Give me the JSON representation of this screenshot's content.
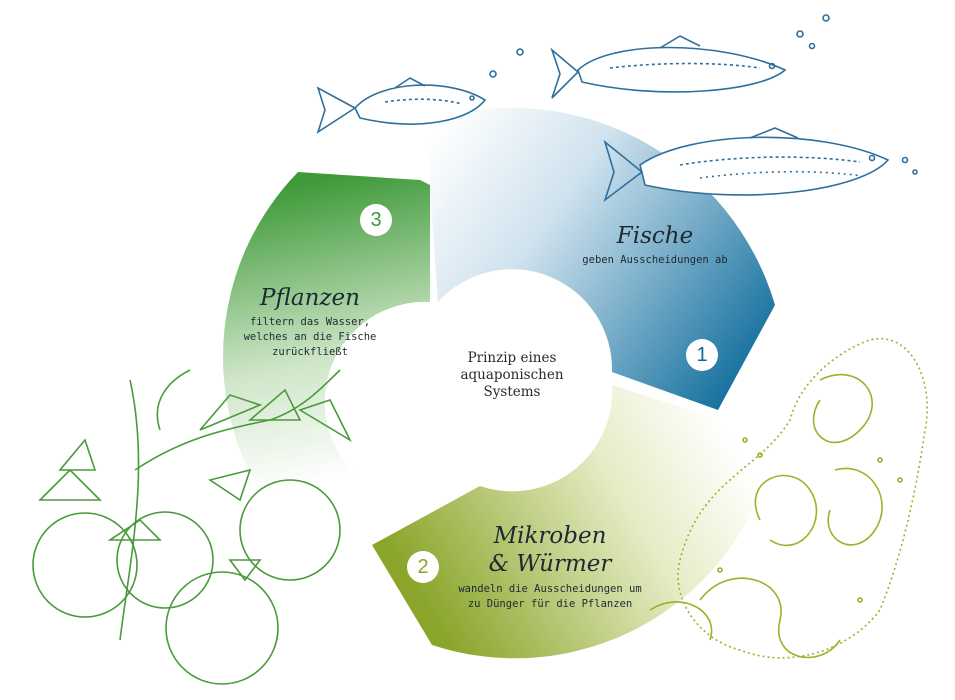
{
  "center": {
    "line1": "Prinzip eines",
    "line2": "aquaponischen",
    "line3": "Systems"
  },
  "steps": [
    {
      "number": "1",
      "title": "Fische",
      "subtitle": "geben Ausscheidungen ab",
      "color": "#0a6a9a"
    },
    {
      "number": "2",
      "title_line1": "Mikroben",
      "title_line2": "& Würmer",
      "subtitle_line1": "wandeln die Ausscheidungen um",
      "subtitle_line2": "zu Dünger für die Pflanzen",
      "color": "#8aa52a"
    },
    {
      "number": "3",
      "title": "Pflanzen",
      "subtitle_line1": "filtern das Wasser,",
      "subtitle_line2": "welches an die Fische",
      "subtitle_line3": "zurückfließt",
      "color": "#3f9a3a"
    }
  ],
  "illustrations": {
    "fish_color": "#2f6f9c",
    "worm_color": "#9cb22a",
    "plant_color": "#4a9a3c",
    "icons": [
      "fish-icon",
      "worm-icon",
      "tomato-plant-icon"
    ]
  }
}
